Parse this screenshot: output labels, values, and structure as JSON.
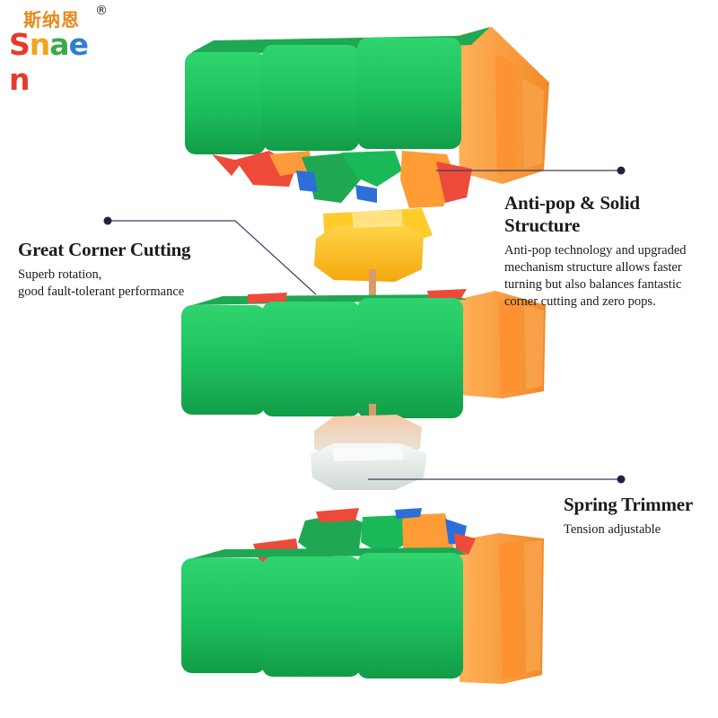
{
  "brand": {
    "cn_name": "斯纳恩",
    "registered_mark": "®",
    "letters": [
      {
        "char": "S",
        "color": "#e8392b"
      },
      {
        "char": "n",
        "color": "#f2a51e"
      },
      {
        "char": "a",
        "color": "#3ea84a"
      },
      {
        "char": "e",
        "color": "#2f7fd0"
      },
      {
        "char": "n",
        "color": "#e8392b"
      }
    ]
  },
  "colors": {
    "face_green": "#1fbf5f",
    "side_orange": "#ff9a3c",
    "accent_red": "#ee4a3a",
    "accent_blue": "#2d6fd6",
    "core_yellow": "#ffc21a",
    "spring_white": "#eef2ef",
    "leader_line": "#3b3f63"
  },
  "features": {
    "anti_pop": {
      "title": "Anti-pop & Solid Structure",
      "lines": [
        "Anti-pop technology and upgraded",
        "mechanism structure allows faster",
        "turning but also balances fantastic",
        "corner cutting and zero pops."
      ]
    },
    "corner": {
      "title": "Great Corner Cutting",
      "lines": [
        "Superb rotation,",
        "good fault-tolerant performance"
      ]
    },
    "spring": {
      "title": "Spring Trimmer",
      "lines": [
        "Tension adjustable"
      ]
    }
  }
}
